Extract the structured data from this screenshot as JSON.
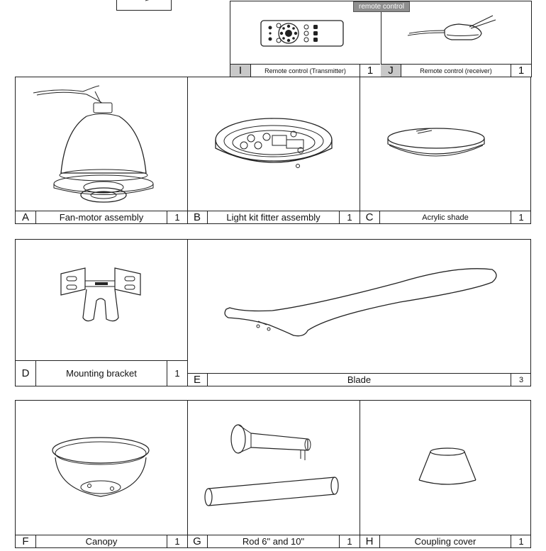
{
  "remote_section": {
    "tag": "remote control",
    "parts": [
      {
        "letter": "I",
        "name": "Remote control (Transmitter)",
        "qty": "1"
      },
      {
        "letter": "J",
        "name": "Remote control (receiver)",
        "qty": "1"
      }
    ]
  },
  "row1": [
    {
      "letter": "A",
      "name": "Fan-motor assembly",
      "qty": "1"
    },
    {
      "letter": "B",
      "name": "Light kit fitter assembly",
      "qty": "1"
    },
    {
      "letter": "C",
      "name": "Acrylic shade",
      "qty": "1"
    }
  ],
  "row2": [
    {
      "letter": "D",
      "name": "Mounting bracket",
      "qty": "1"
    },
    {
      "letter": "E",
      "name": "Blade",
      "qty": "3"
    }
  ],
  "row3": [
    {
      "letter": "F",
      "name": "Canopy",
      "qty": "1"
    },
    {
      "letter": "G",
      "name": "Rod 6\" and 10\"",
      "qty": "1"
    },
    {
      "letter": "H",
      "name": "Coupling cover",
      "qty": "1"
    }
  ],
  "colors": {
    "line": "#222222",
    "label_shade": "#c8c8c8",
    "tag_bg": "#8f8f8f"
  }
}
